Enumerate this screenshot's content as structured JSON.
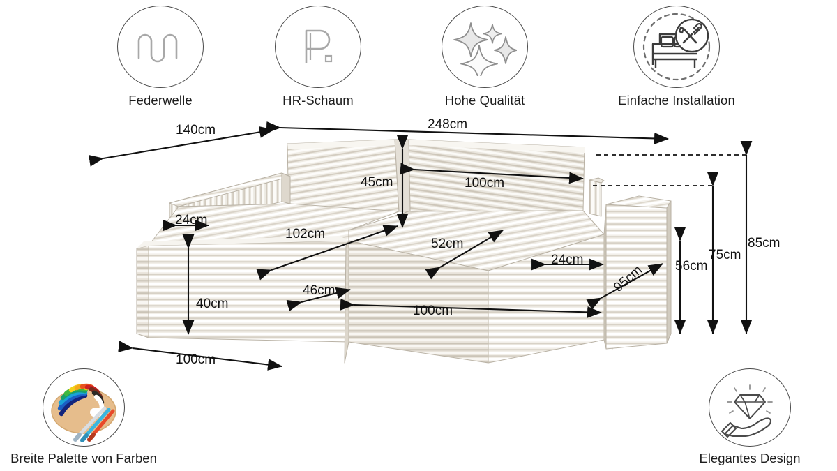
{
  "features": [
    {
      "id": "federwelle",
      "label": "Federwelle",
      "icon": "spring-wave-icon"
    },
    {
      "id": "hr-schaum",
      "label": "HR-Schaum",
      "icon": "foam-p-icon"
    },
    {
      "id": "hohe-qualitat",
      "label": "Hohe Qualität",
      "icon": "sparkles-icon"
    },
    {
      "id": "installation",
      "label": "Einfache Installation",
      "icon": "bed-tools-icon"
    }
  ],
  "bottom_badges": [
    {
      "id": "farben",
      "label": "Breite Palette von Farben",
      "icon": "paint-palette-icon"
    },
    {
      "id": "design",
      "label": "Elegantes Design",
      "icon": "hand-diamond-icon"
    }
  ],
  "dimensions": {
    "overall_depth": "140cm",
    "overall_width": "248cm",
    "backrest_height": "45cm",
    "backrest_width": "100cm",
    "armrest_left_width": "24cm",
    "armrest_right_width": "24cm",
    "chaise_length": "102cm",
    "seat_depth": "52cm",
    "chaise_height": "40cm",
    "chaise_step": "46cm",
    "chaise_width": "100cm",
    "seat_front_width": "100cm",
    "side_depth": "95cm",
    "seat_height": "56cm",
    "armrest_height": "75cm",
    "total_height": "85cm"
  },
  "colors": {
    "fabric_light": "#f4f1ec",
    "fabric_mid": "#e2ddd4",
    "fabric_dark": "#c9c2b6",
    "line": "#111111",
    "ring": "#4a4a4a",
    "icon_gray": "#9a9a9a"
  }
}
